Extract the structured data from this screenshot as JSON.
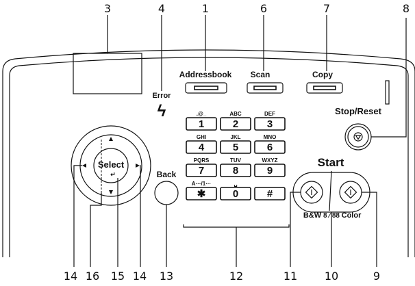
{
  "callouts": {
    "n1": "1",
    "n3": "3",
    "n4": "4",
    "n6": "6",
    "n7": "7",
    "n8": "8",
    "n9": "9",
    "n10": "10",
    "n11": "11",
    "n12": "12",
    "n13": "13",
    "n14a": "14",
    "n16": "16",
    "n15": "15",
    "n14b": "14"
  },
  "labels": {
    "addressbook": "Addressbook",
    "scan": "Scan",
    "copy": "Copy",
    "error": "Error",
    "error_glyph": "ϟ",
    "stop_reset": "Stop/Reset",
    "select": "Select",
    "back": "Back",
    "start": "Start",
    "bw": "B&W",
    "color": "Color"
  },
  "keypad": {
    "keys": [
      {
        "sub": ".@_",
        "key": "1"
      },
      {
        "sub": "ABC",
        "key": "2"
      },
      {
        "sub": "DEF",
        "key": "3"
      },
      {
        "sub": "GHI",
        "key": "4"
      },
      {
        "sub": "JKL",
        "key": "5"
      },
      {
        "sub": "MNO",
        "key": "6"
      },
      {
        "sub": "PQRS",
        "key": "7"
      },
      {
        "sub": "TUV",
        "key": "8"
      },
      {
        "sub": "WXYZ",
        "key": "9"
      },
      {
        "sub": "A···/1···",
        "key": "✱"
      },
      {
        "sub": "␣",
        "key": "0"
      },
      {
        "sub": "",
        "key": "#"
      }
    ]
  }
}
